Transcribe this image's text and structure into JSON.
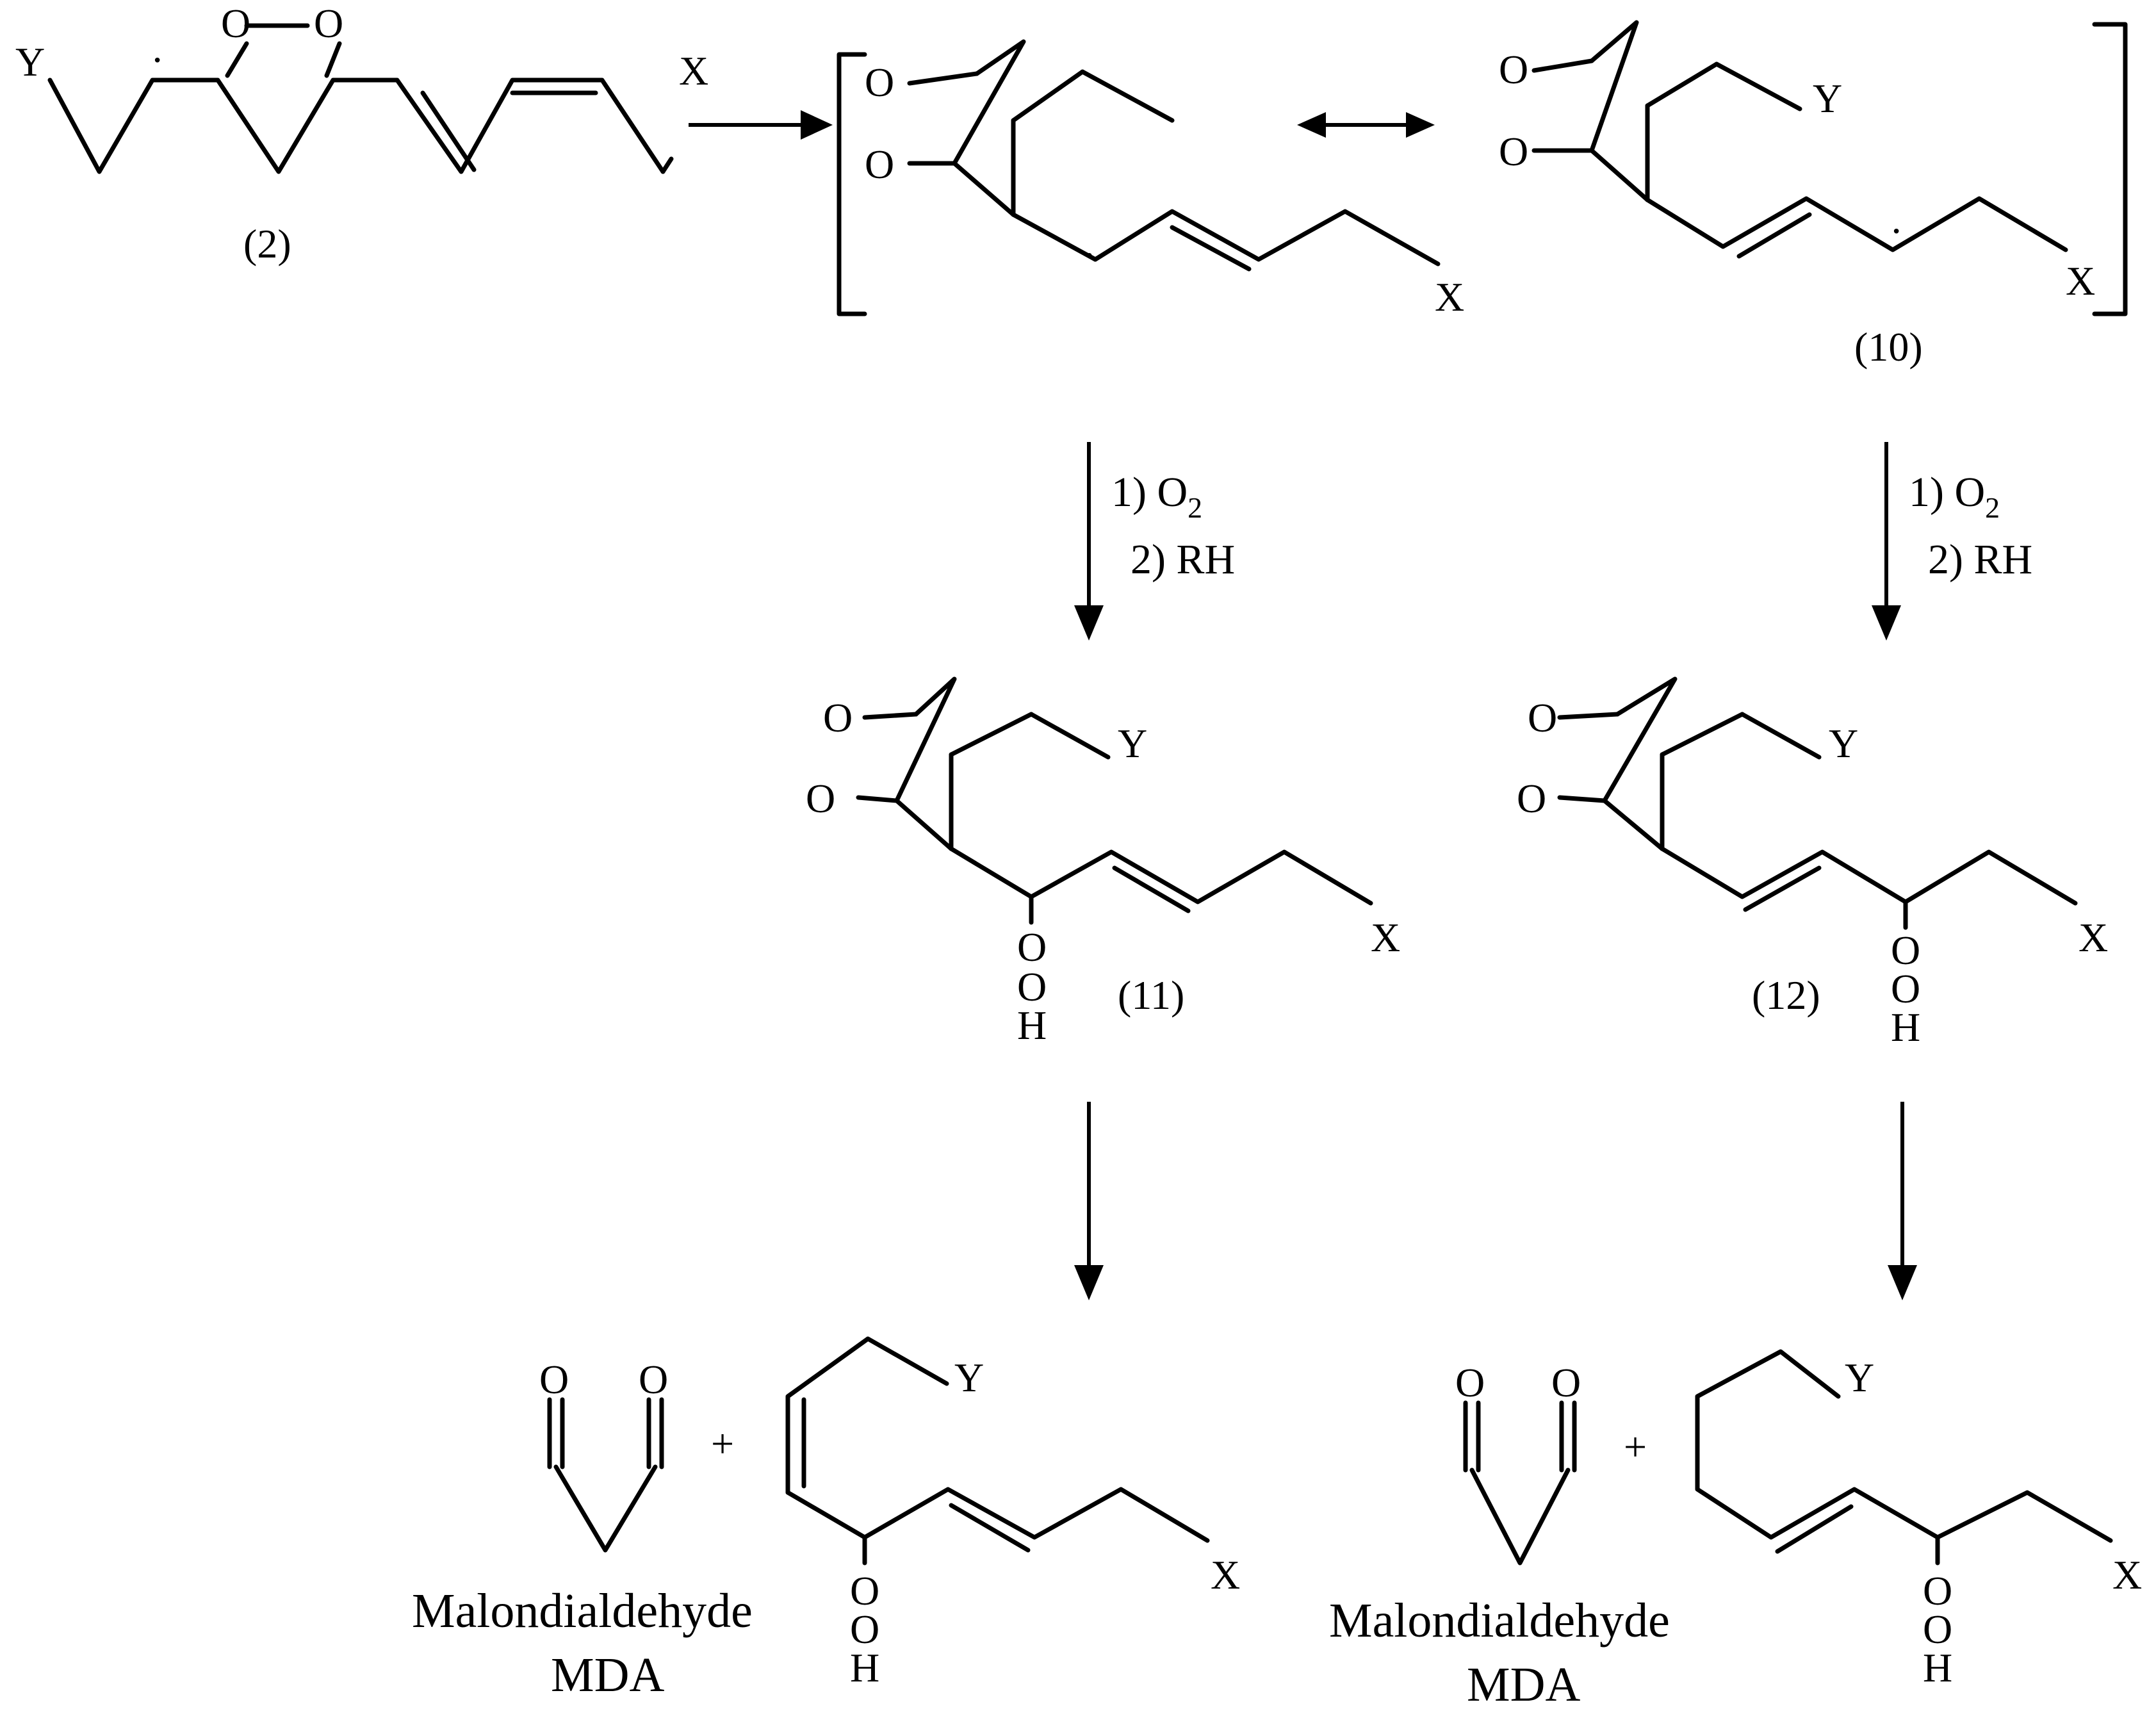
{
  "compounds": {
    "c2": {
      "label": "(2)"
    },
    "c10": {
      "label": "(10)"
    },
    "c11": {
      "label": "(11)"
    },
    "c12": {
      "label": "(12)"
    }
  },
  "atoms": {
    "O": "O",
    "H": "H",
    "X": "X",
    "Y": "Y",
    "dot": "·",
    "plus": "+"
  },
  "conditions": {
    "left": {
      "step1": "1) O",
      "step1_sub": "2",
      "step2": "2) RH"
    },
    "right": {
      "step1": "1) O",
      "step1_sub": "2",
      "step2": "2) RH"
    }
  },
  "products": {
    "mda_name": "Malondialdehyde",
    "mda_abbr": "MDA"
  }
}
